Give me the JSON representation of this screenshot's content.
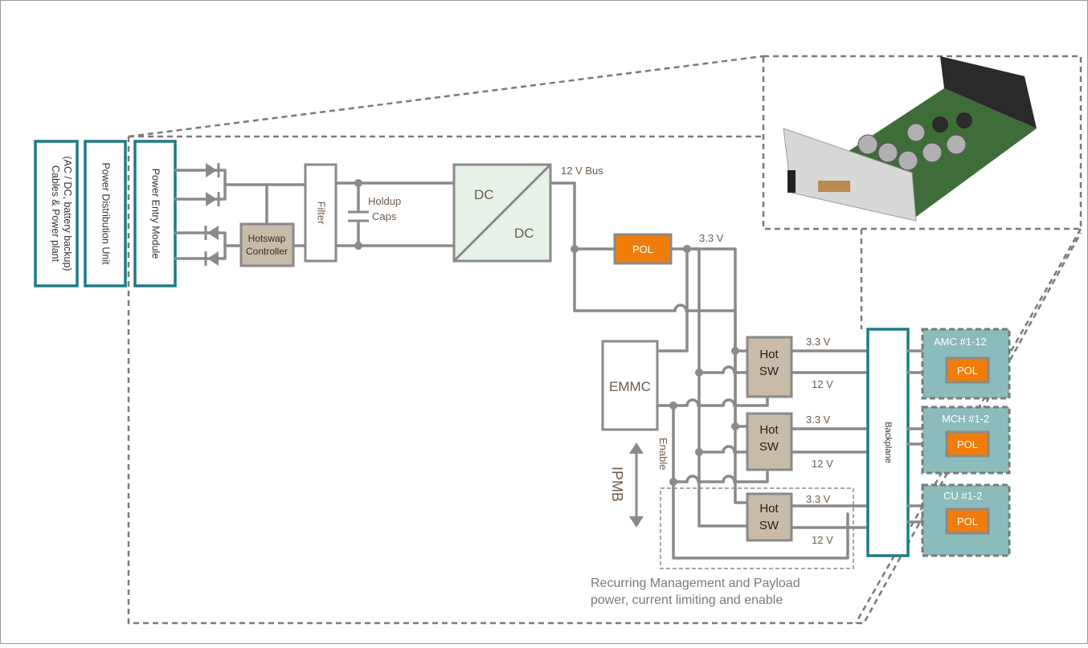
{
  "blocks": {
    "cables": [
      "Cables & Power plant",
      "(AC / DC, battery backup)"
    ],
    "pdu": "Power Distribution Unit",
    "pem": "Power Entry Module",
    "hotswap": [
      "Hotswap",
      "Controller"
    ],
    "filter": "Filter",
    "holdup": [
      "Holdup",
      "Caps"
    ],
    "dc_in": "DC",
    "dc_out": "DC",
    "bus_label": "12 V Bus",
    "pol": "POL",
    "v33": "3.3 V",
    "v12": "12 V",
    "emmc": "EMMC",
    "enable": "Enable",
    "ipmb": "IPMB",
    "hot": "Hot",
    "sw": "SW",
    "backplane": "Backplane",
    "amc": "AMC #1-12",
    "mch": "MCH #1-2",
    "cu": "CU #1-2",
    "recurring": [
      "Recurring Management and Payload",
      "power, current limiting and enable"
    ]
  },
  "photo": {
    "subject": "power module board"
  },
  "colors": {
    "teal": "#1f7a85",
    "orange": "#f07d0a",
    "tan": "#c8bba9",
    "wire": "#8a8a8a",
    "dcfill": "#e6f2e8",
    "payload": "#8bbcbb"
  }
}
